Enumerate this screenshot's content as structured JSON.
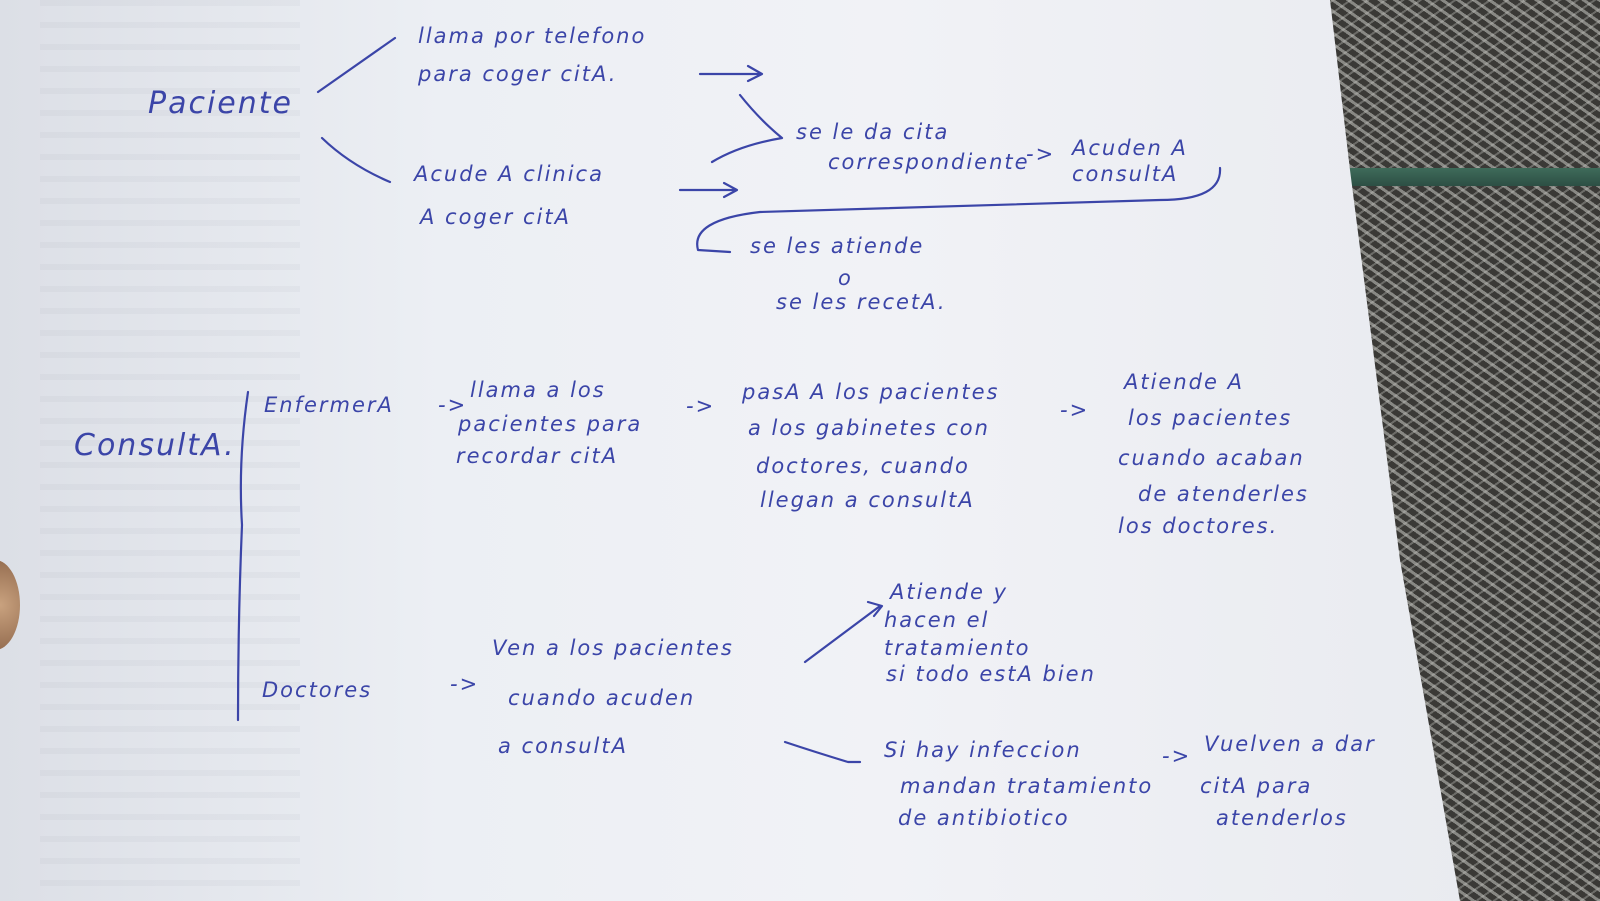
{
  "section_paciente": {
    "heading": "Paciente",
    "call_line1": "llama por telefono",
    "call_line2": "para coger citA.",
    "clinic_line1": "Acude A clinica",
    "clinic_line2": "A coger citA",
    "appointment_line1": "se le da cita",
    "appointment_line2": "correspondiente",
    "go_arrow": "->",
    "consult_line1": "Acuden A",
    "consult_line2": "consultA",
    "attend_line1": "se les atiende",
    "attend_line2": "o",
    "attend_line3": "se les recetA."
  },
  "section_consulta": {
    "heading": "ConsultA.",
    "nurse_label": "EnfermerA",
    "nurse_arrow": "->",
    "nurse_line1": "llama a los",
    "nurse_line2": "pacientes para",
    "nurse_line3": "recordar citA",
    "pass_arrow": "->",
    "pass_line1": "pasA A los pacientes",
    "pass_line2": "a los gabinetes con",
    "pass_line3": "doctores, cuando",
    "pass_line4": "llegan a consultA",
    "attend_arrow": "->",
    "attend_line1": "Atiende A",
    "attend_line2": "los pacientes",
    "attend_line3": "cuando acaban",
    "attend_line4": "de atenderles",
    "attend_line5": "los doctores.",
    "doctors_label": "Doctores",
    "doctors_arrow": "->",
    "doctors_line1": "Ven a los pacientes",
    "doctors_line2": "cuando acuden",
    "doctors_line3": "a consultA",
    "treat_line1": "Atiende y",
    "treat_line2": "hacen el",
    "treat_line3": "tratamiento",
    "treat_line4": "si todo estA bien",
    "infection_line1": "Si hay infeccion",
    "infection_line2": "mandan tratamiento",
    "infection_line3": "de antibiotico",
    "return_arrow": "->",
    "return_line1": "Vuelven a dar",
    "return_line2": "citA para",
    "return_line3": "atenderlos"
  }
}
